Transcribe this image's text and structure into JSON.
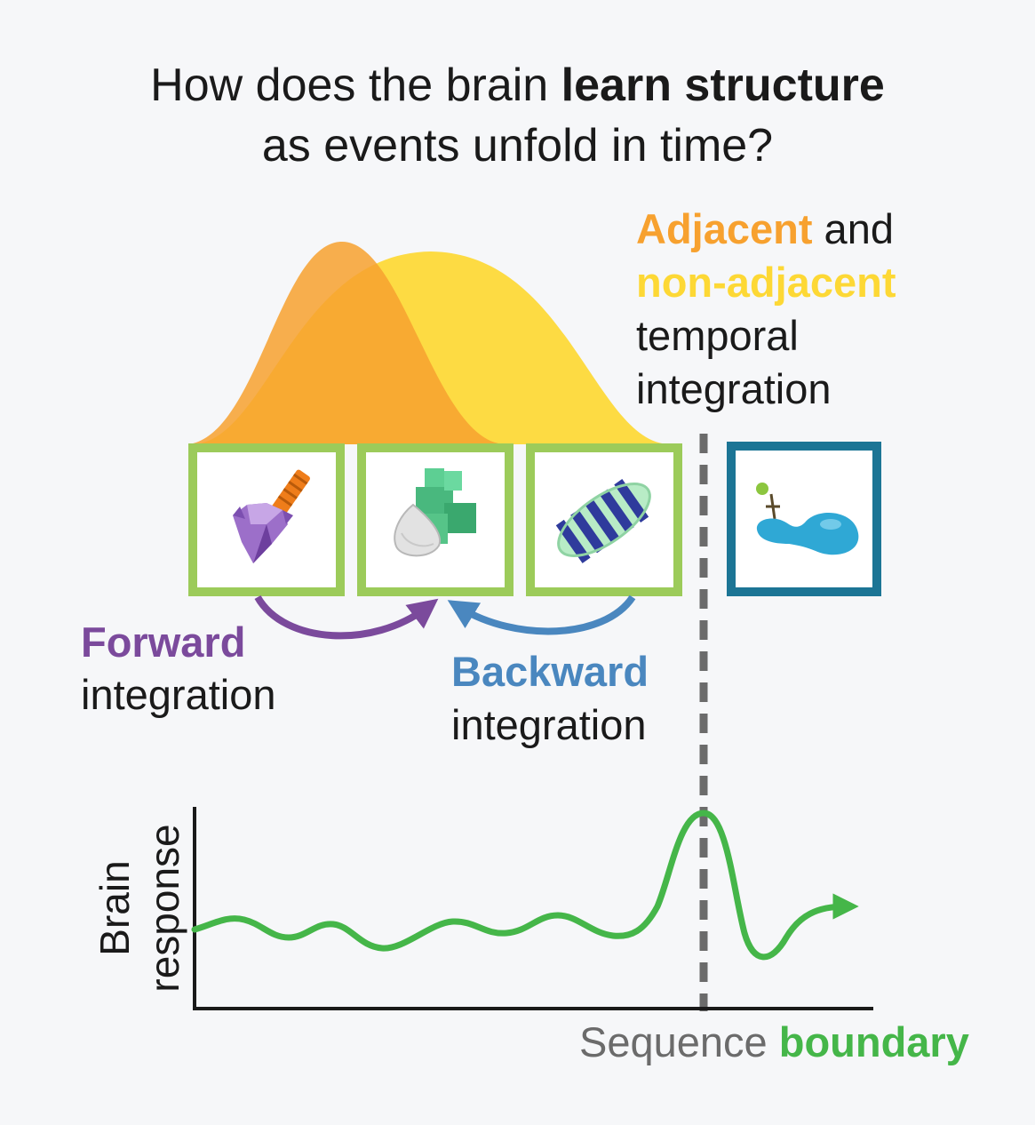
{
  "title": {
    "prefix": "How does the brain ",
    "bold": "learn structure",
    "line2": "as events unfold in time?"
  },
  "integration_label": {
    "adjacent": "Adjacent",
    "and": " and",
    "nonadjacent": "non-adjacent",
    "temporal": "temporal",
    "integration": "integration"
  },
  "forward": {
    "bold": "Forward",
    "rest": "integration"
  },
  "backward": {
    "bold": "Backward",
    "rest": "integration"
  },
  "axis": {
    "y_line1": "Brain",
    "y_line2": "response",
    "x_plain": "Sequence ",
    "x_bold": "boundary"
  },
  "colors": {
    "orange": "#f7a12f",
    "yellow": "#fdd835",
    "green_frame": "#9ccb5a",
    "teal_frame": "#1c7595",
    "forward": "#7b4a9c",
    "backward": "#4a87bf",
    "response": "#45b649",
    "boundary": "#6b6b6b"
  },
  "objects": [
    {
      "name": "purple-spiky-object-icon",
      "frame": "green"
    },
    {
      "name": "green-block-object-icon",
      "frame": "green"
    },
    {
      "name": "striped-oval-object-icon",
      "frame": "green"
    },
    {
      "name": "blue-blob-object-icon",
      "frame": "teal"
    }
  ]
}
